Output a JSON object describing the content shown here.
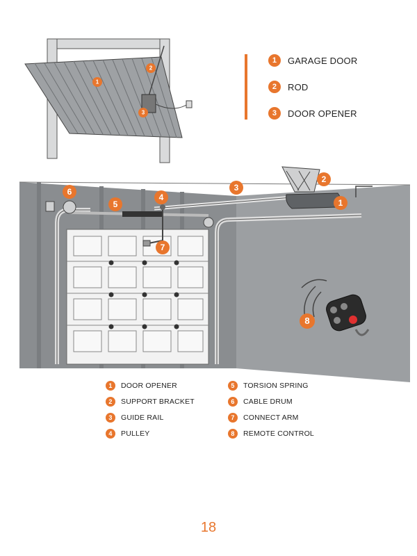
{
  "colors": {
    "accent": "#e8762d",
    "wall": "#8a8d90",
    "wall_dark": "#6d7073",
    "door": "#f4f4f4",
    "line": "#3a3a3a"
  },
  "top_legend": [
    {
      "number": "1",
      "label": "GARAGE DOOR"
    },
    {
      "number": "2",
      "label": "ROD"
    },
    {
      "number": "3",
      "label": "DOOR OPENER"
    }
  ],
  "top_callouts": [
    "1",
    "2",
    "3"
  ],
  "main_callouts": [
    "1",
    "2",
    "3",
    "4",
    "5",
    "6",
    "7",
    "8"
  ],
  "bottom_legend": [
    {
      "number": "1",
      "label": "DOOR OPENER"
    },
    {
      "number": "5",
      "label": "TORSION SPRING"
    },
    {
      "number": "2",
      "label": "SUPPORT BRACKET"
    },
    {
      "number": "6",
      "label": "CABLE DRUM"
    },
    {
      "number": "3",
      "label": "GUIDE RAIL"
    },
    {
      "number": "7",
      "label": "CONNECT ARM"
    },
    {
      "number": "4",
      "label": "PULLEY"
    },
    {
      "number": "8",
      "label": "REMOTE CONTROL"
    }
  ],
  "page_number": "18"
}
